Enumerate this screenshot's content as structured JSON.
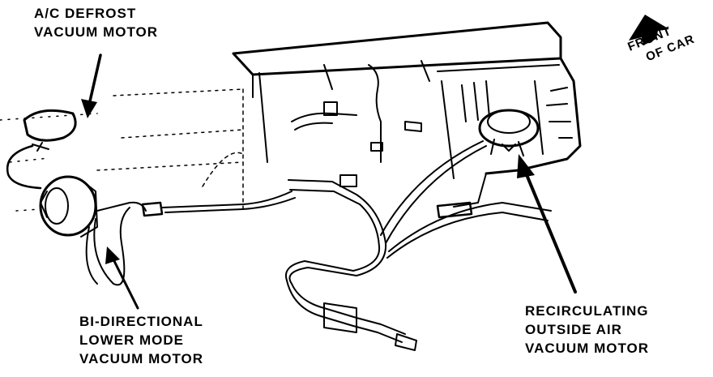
{
  "labels": {
    "defrost": {
      "line1": "A/C DEFROST",
      "line2": "VACUUM MOTOR"
    },
    "bidirectional": {
      "line1": "BI-DIRECTIONAL",
      "line2": "LOWER MODE",
      "line3": "VACUUM MOTOR"
    },
    "recirc": {
      "line1": "RECIRCULATING",
      "line2": "OUTSIDE AIR",
      "line3": "VACUUM MOTOR"
    },
    "front": {
      "line1": "FRONT",
      "line2": "OF CAR"
    }
  },
  "colors": {
    "ink": "#000000",
    "paper": "#ffffff"
  }
}
